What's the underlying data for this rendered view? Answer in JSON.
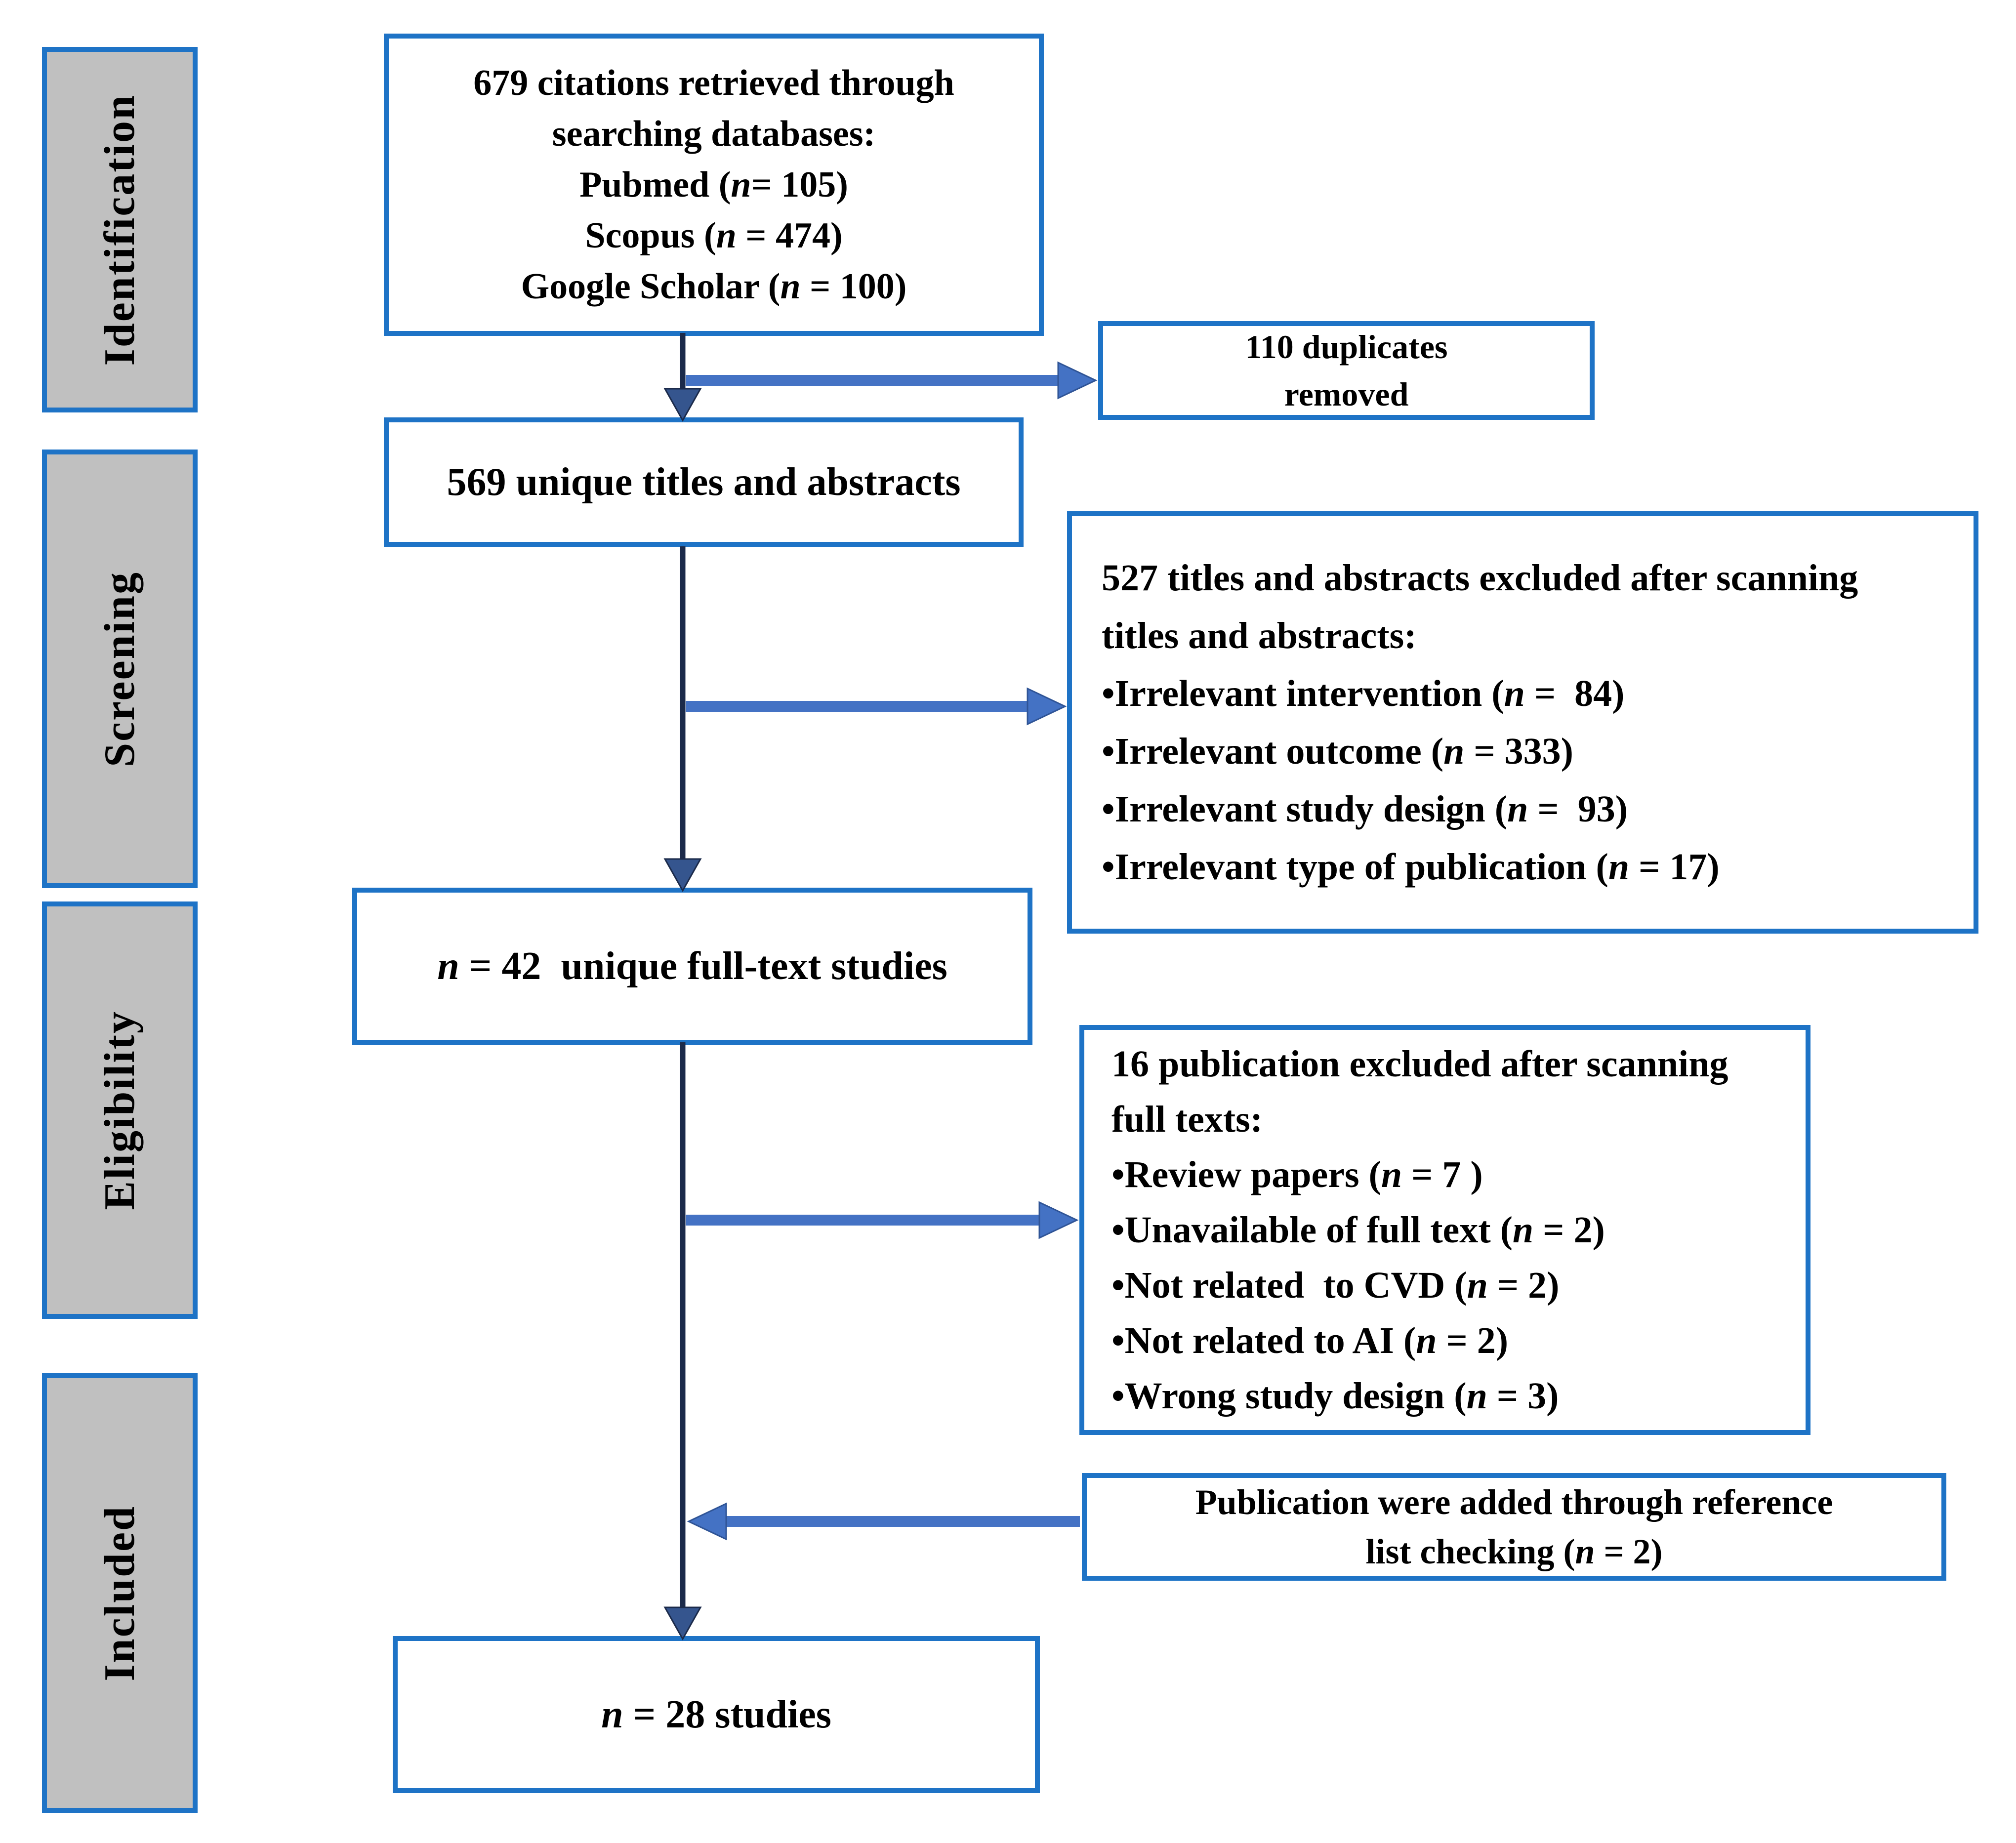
{
  "colors": {
    "box_border": "#1e73c6",
    "sidebar_fill": "#c0c0c0",
    "arrow_horizontal": "#4472c4",
    "arrow_horizontal_edge": "#2f5496",
    "arrow_vertical": "#1b2a4a",
    "arrow_vertical_head": "#35558e",
    "text": "#000000",
    "background": "#ffffff"
  },
  "sidebar": {
    "stages": [
      {
        "label": "Identification"
      },
      {
        "label": "Screening"
      },
      {
        "label": "Eligibility"
      },
      {
        "label": "Included"
      }
    ]
  },
  "flow": {
    "identification_box": {
      "lines": [
        "679 citations retrieved through",
        "searching databases:",
        "Pubmed (n= 105)",
        "Scopus (n = 474)",
        "Google Scholar (n = 100)"
      ]
    },
    "duplicates_box": {
      "lines": [
        "110 duplicates",
        "removed"
      ]
    },
    "screening_box": {
      "lines": [
        "569 unique titles and abstracts"
      ]
    },
    "title_abstract_exclusions_box": {
      "lines": [
        "527 titles and abstracts excluded after scanning",
        "titles and abstracts:",
        "•Irrelevant intervention (n =  84)",
        "•Irrelevant outcome (n = 333)",
        "•Irrelevant study design (n =  93)",
        "•Irrelevant type of publication (n = 17)"
      ]
    },
    "fulltext_box": {
      "lines": [
        "n = 42  unique full-text studies"
      ]
    },
    "fulltext_exclusions_box": {
      "lines": [
        "16 publication excluded after scanning",
        "full texts:",
        "•Review papers (n = 7 )",
        "•Unavailable of full text (n = 2)",
        "•Not related  to CVD (n = 2)",
        "•Not related to AI (n = 2)",
        "•Wrong study design (n = 3)"
      ]
    },
    "reference_box": {
      "lines": [
        "Publication were added through reference",
        "list checking (n = 2)"
      ]
    },
    "included_box": {
      "lines": [
        "n = 28 studies"
      ]
    }
  }
}
